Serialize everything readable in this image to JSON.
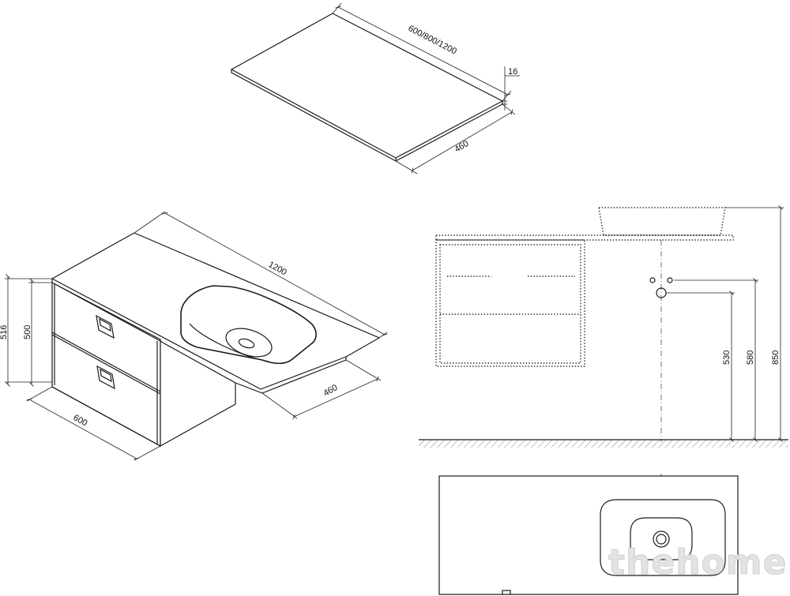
{
  "top_view": {
    "length_label": "600/800/1200",
    "thickness_label": "16",
    "depth_label": "460"
  },
  "iso_view": {
    "length_label": "1200",
    "depth_label": "460",
    "width_label": "600",
    "height_outer_label": "516",
    "height_inner_label": "500"
  },
  "elevation_view": {
    "drain_height_label": "530",
    "valve_height_label": "580",
    "top_height_label": "850"
  },
  "watermark": {
    "text": "thehome"
  }
}
